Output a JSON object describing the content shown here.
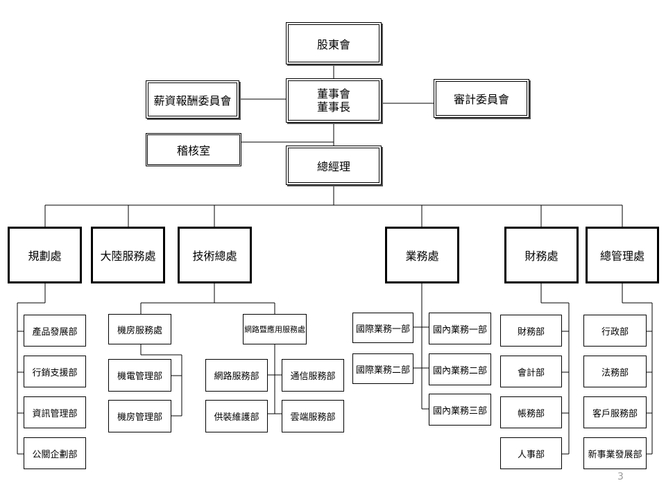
{
  "top": {
    "shareholders": "股東會",
    "board_line1": "董事會",
    "board_line2": "董事長",
    "compensation_committee": "薪資報酬委員會",
    "audit_committee": "審計委員會",
    "internal_audit": "稽核室",
    "general_manager": "總經理"
  },
  "divisions": {
    "planning": "規劃處",
    "china_service": "大陸服務處",
    "technology": "技術總處",
    "business": "業務處",
    "finance": "財務處",
    "administration": "總管理處"
  },
  "planning_depts": [
    "產品發展部",
    "行銷支援部",
    "資訊管理部",
    "公關企劃部"
  ],
  "technology_units": {
    "server_room_service": "機房服務處",
    "network_app_service": "網路暨應用服務處",
    "server_room_sub": [
      "機電管理部",
      "機房管理部"
    ],
    "network_sub": [
      "網路服務部",
      "通信服務部",
      "供裝維護部",
      "雲端服務部"
    ]
  },
  "business_depts": {
    "international": [
      "國際業務一部",
      "國際業務二部"
    ],
    "domestic": [
      "國內業務一部",
      "國內業務二部",
      "國內業務三部"
    ]
  },
  "finance_depts": [
    "財務部",
    "會計部",
    "帳務部",
    "人事部"
  ],
  "admin_depts": [
    "行政部",
    "法務部",
    "客戶服務部",
    "新事業發展部"
  ],
  "page_number": "3"
}
